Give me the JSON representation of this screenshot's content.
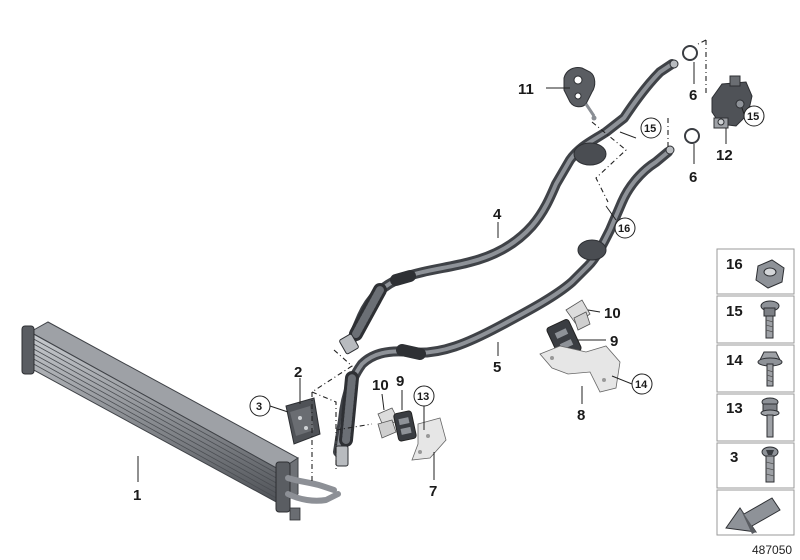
{
  "diagram": {
    "document_number": "487050",
    "callouts": {
      "c1": "1",
      "c2": "2",
      "c3": "3",
      "c4": "4",
      "c5": "5",
      "c6a": "6",
      "c6b": "6",
      "c7": "7",
      "c8": "8",
      "c9a": "9",
      "c9b": "9",
      "c10a": "10",
      "c10b": "10",
      "c11": "11",
      "c12": "12",
      "c13": "13",
      "c14": "14",
      "c15a": "15",
      "c15b": "15",
      "c16": "16"
    },
    "legend": [
      "16",
      "15",
      "14",
      "13",
      "3"
    ],
    "colors": {
      "hose_dark": "#4a4d52",
      "hose_light": "#8a8e94",
      "radiator_dark": "#5e6166",
      "radiator_light": "#b9bcc0",
      "bracket": "#d8d8d8"
    }
  }
}
